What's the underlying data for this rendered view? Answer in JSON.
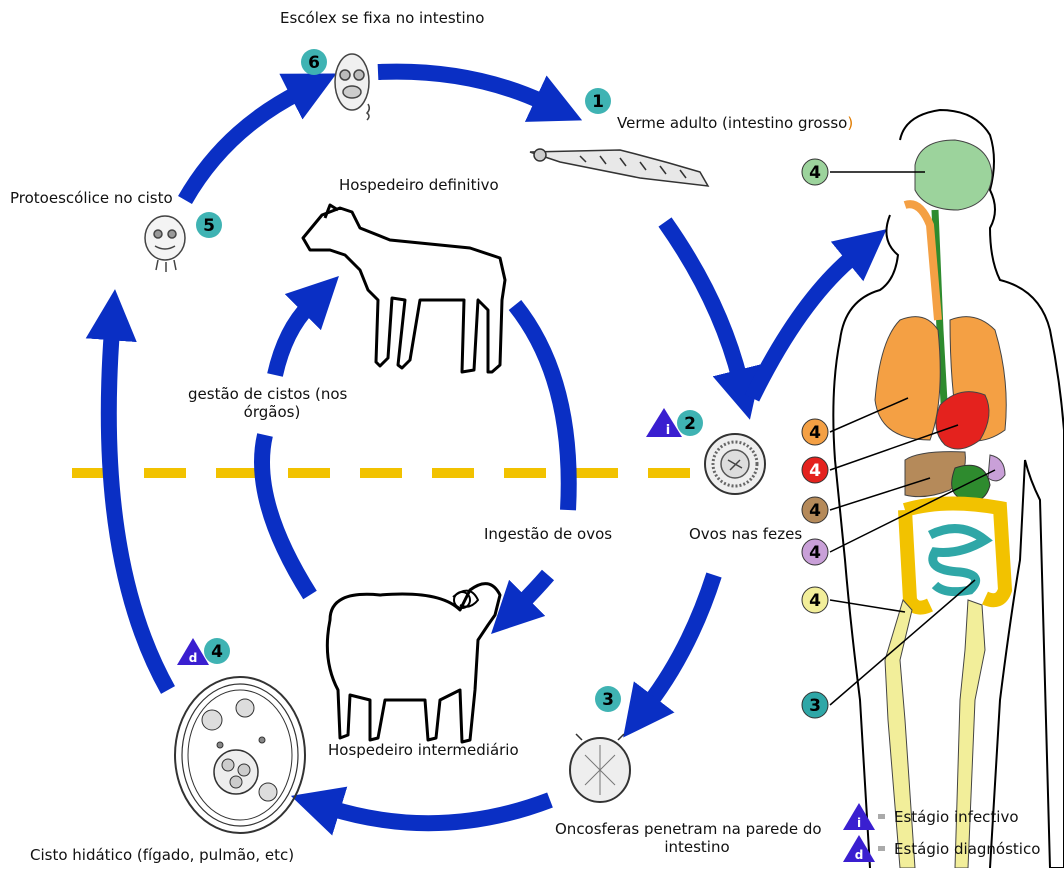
{
  "labels": {
    "scolex": "Escólex se fixa no intestino",
    "adult_worm": "Verme adulto (intestino grosso",
    "adult_worm_paren": ")",
    "definitive_host": "Hospedeiro definitivo",
    "protoscolex": "Protoescólice no cisto",
    "cyst_ingestion_line1": "gestão de cistos (nos",
    "cyst_ingestion_line2": "órgãos)",
    "egg_ingestion": "Ingestão de ovos",
    "eggs_in_feces": "Ovos nas fezes",
    "intermediate_host": "Hospedeiro intermediário",
    "hydatid_cyst": "Cisto hidático (fígado, pulmão, etc)",
    "oncospheres_line1": "Oncosferas penetram na parede do",
    "oncospheres_line2": "intestino"
  },
  "stage_numbers": {
    "s1": "1",
    "s2": "2",
    "s3": "3",
    "s4": "4",
    "s5": "5",
    "s6": "6"
  },
  "organ_numbers": {
    "brain": "4",
    "lungs": "4",
    "heart": "4",
    "liver": "4",
    "spleen": "4",
    "bone": "4",
    "intestine": "3"
  },
  "stage_symbols": {
    "infective": "i",
    "diagnostic": "d"
  },
  "legend": {
    "infective_label": "Estágio infectivo",
    "diagnostic_label": "Estágio diagnóstico"
  },
  "colors": {
    "arrow": "#0a2fc4",
    "teal_badge": "#3fb3b3",
    "dash_line": "#f2c200",
    "legend_triangle": "#3a1fd0",
    "adult_worm_paren": "#e07b00",
    "brain": "#9cd39c",
    "lungs": "#f4a044",
    "heart": "#e4221e",
    "liver": "#b58a5a",
    "spleen": "#c9a0d8",
    "bone": "#f2ee9a",
    "intestine": "#2fa7a7",
    "esophagus": "#2e8b2e"
  }
}
